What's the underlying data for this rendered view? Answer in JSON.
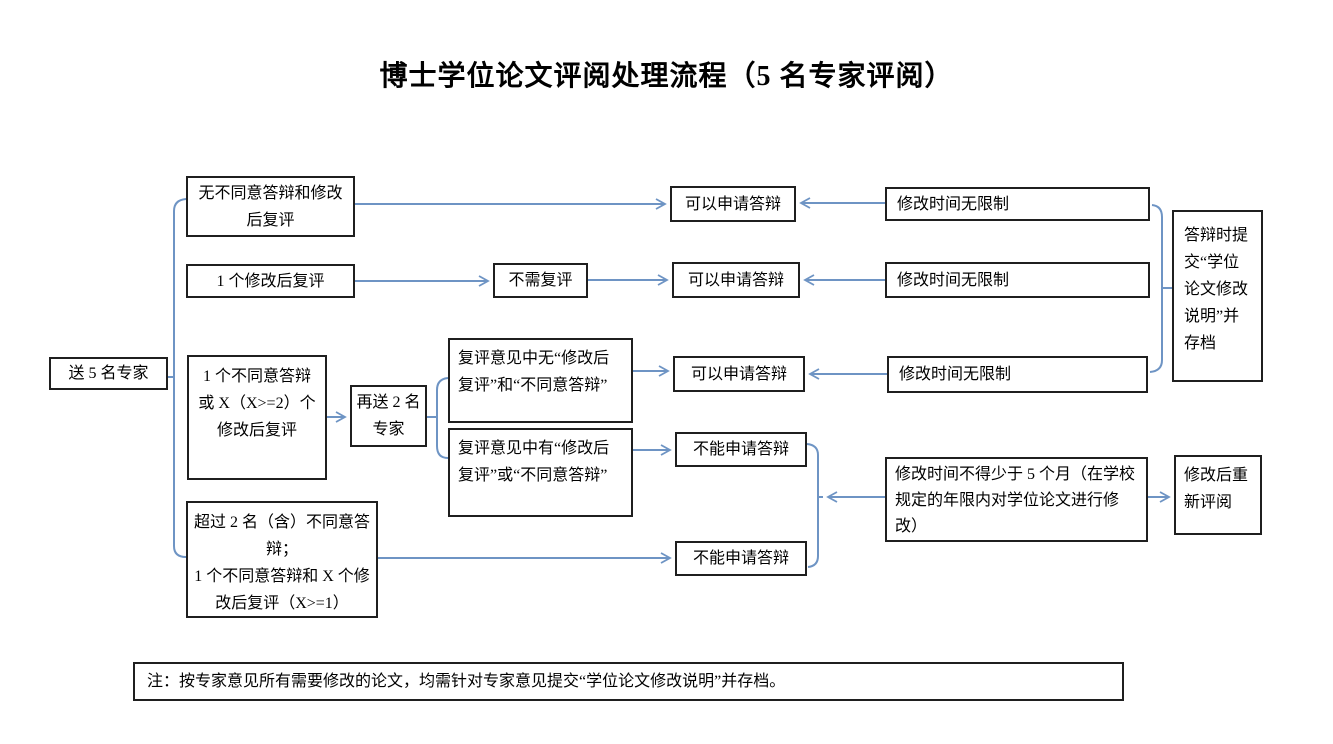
{
  "page": {
    "title": "博士学位论文评阅处理流程（5 名专家评阅）"
  },
  "colors": {
    "connector": "#6e94c4",
    "box_border": "#1f1f1f",
    "text": "#000000",
    "background": "#ffffff"
  },
  "nodes": {
    "send5": {
      "text": "送 5 名专家"
    },
    "no_objection": {
      "text": "无不同意答辩和修改\n后复评"
    },
    "one_revision": {
      "text": "1 个修改后复评"
    },
    "one_disagree_or_x": {
      "text": "1 个不同意答辩\n或 X（X>=2）个\n修改后复评"
    },
    "many_disagree": {
      "text": "超过 2 名（含）不同意答\n辩；\n1 个不同意答辩和 X 个修\n改后复评（X>=1）"
    },
    "resend2": {
      "text": "再送 2 名\n专家"
    },
    "review_without": {
      "text": "复评意见中无“修改后\n复评”和“不同意答辩”"
    },
    "review_with": {
      "text": "复评意见中有“修改后\n复评”或“不同意答辩”"
    },
    "no_re_review": {
      "text": "不需复评"
    },
    "can_defend": {
      "text": "可以申请答辩"
    },
    "cannot_defend": {
      "text": "不能申请答辩"
    },
    "time_unlimited": {
      "text": "修改时间无限制"
    },
    "time_5_months": {
      "text": "修改时间不得少于 5 个月（在学校\n规定的年限内对学位论文进行修\n改）"
    },
    "archive": {
      "text": "答辩时提交“学位论文修改说明”并存档"
    },
    "redo_review": {
      "text": "修改后重新评阅"
    }
  },
  "note": {
    "text": "注：按专家意见所有需要修改的论文，均需针对专家意见提交“学位论文修改说明”并存档。"
  }
}
